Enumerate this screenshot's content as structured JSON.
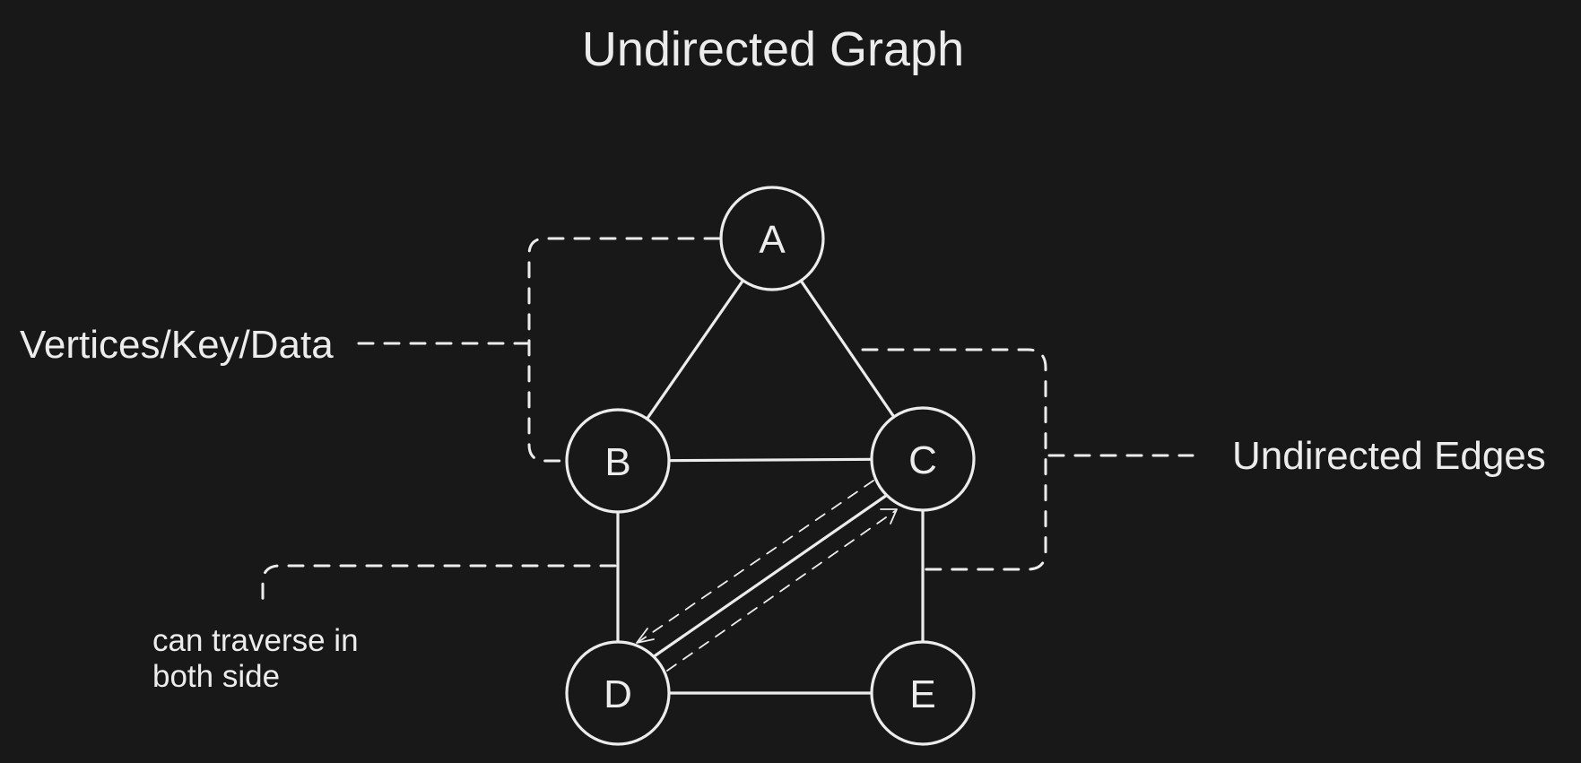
{
  "title": "Undirected Graph",
  "nodes": {
    "a": "A",
    "b": "B",
    "c": "C",
    "d": "D",
    "e": "E"
  },
  "annotations": {
    "vertices": "Vertices/Key/Data",
    "edges": "Undirected Edges",
    "traverse_line1": "can traverse in",
    "traverse_line2": "both side"
  },
  "colors": {
    "background": "#181818",
    "foreground": "#ececec"
  }
}
